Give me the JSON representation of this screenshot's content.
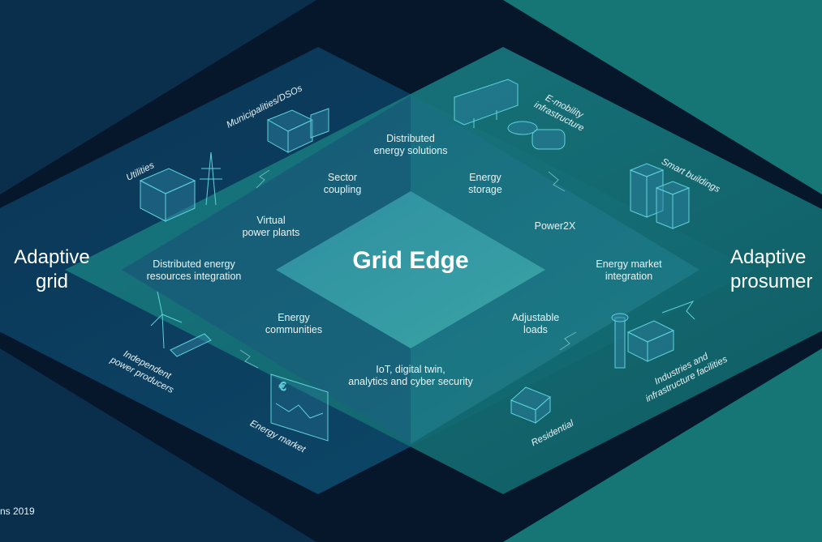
{
  "center_title": "Grid Edge",
  "left_title": "Adaptive\ngrid",
  "right_title": "Adaptive\nprosumer",
  "copyright": "ns 2019",
  "inner_labels": {
    "distributed_energy_solutions": "Distributed\nenergy solutions",
    "sector_coupling": "Sector\ncoupling",
    "energy_storage": "Energy\nstorage",
    "virtual_power_plants": "Virtual\npower plants",
    "power2x": "Power2X",
    "der_integration": "Distributed energy\nresources integration",
    "energy_market_integration": "Energy market\nintegration",
    "energy_communities": "Energy\ncommunities",
    "adjustable_loads": "Adjustable\nloads",
    "iot": "IoT, digital twin,\nanalytics and cyber security"
  },
  "outer_labels": {
    "municipalities": "Municipalities/DSOs",
    "utilities": "Utilities",
    "independent_producers": "Independent\npower producers",
    "energy_market": "Energy market",
    "emobility": "E-mobility\ninfrastructure",
    "smart_buildings": "Smart buildings",
    "industries": "Industries and\ninfrastructure facilities",
    "residential": "Residential"
  },
  "colors": {
    "background": "#06172b",
    "left_diamond": "#0b3b5c",
    "right_diamond": "#11706f",
    "center_diamond": "#2a8c97",
    "icon_stroke": "#5fd2dc"
  }
}
